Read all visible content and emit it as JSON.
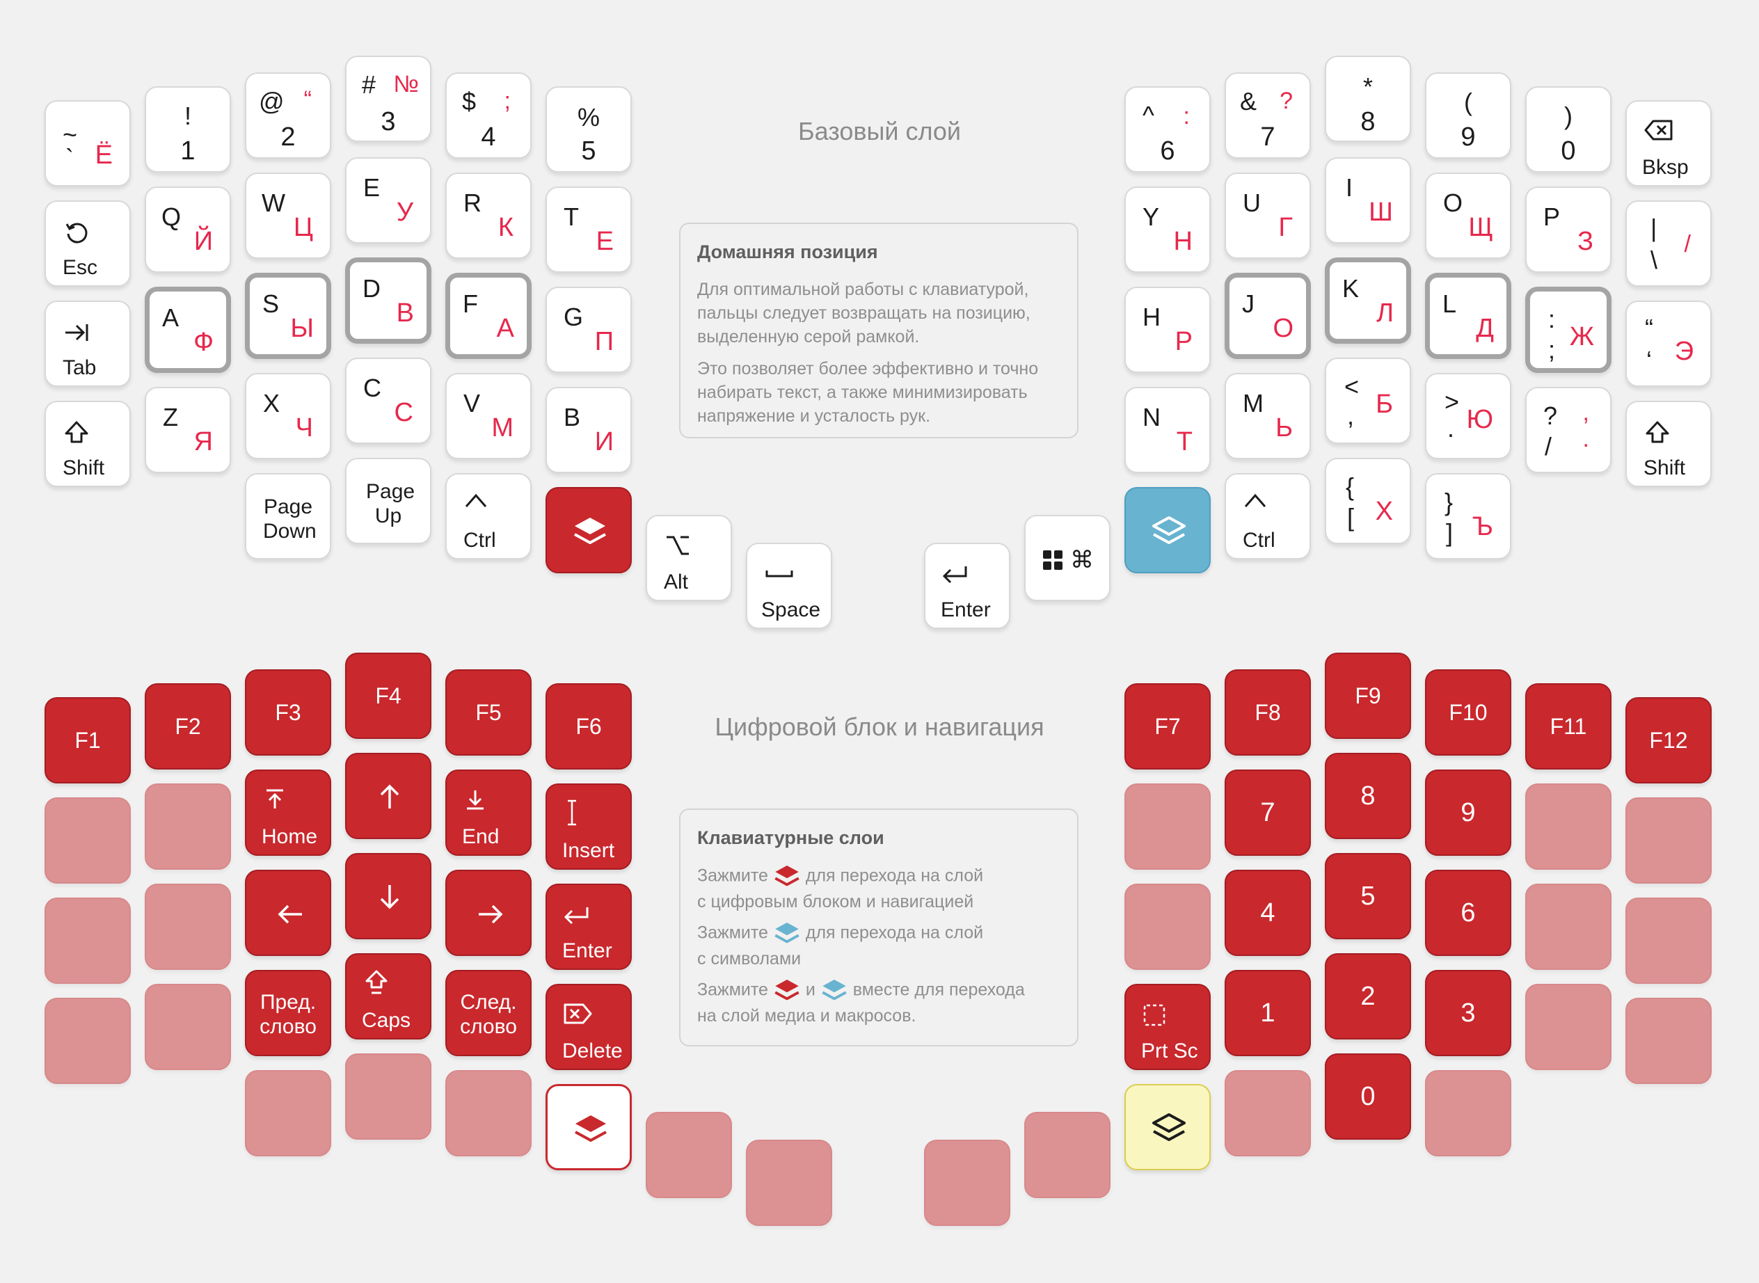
{
  "colors": {
    "red": "#c9282d",
    "pink": "#dc9193",
    "blue": "#68b3d0",
    "yellow": "#faf6c0",
    "cyr": "#e6284c"
  },
  "base": {
    "title": "Базовый слой",
    "left": {
      "num": [
        {
          "sym": "~",
          "sym2": "`",
          "ru": "Ё"
        },
        {
          "sym": "!",
          "num": "1"
        },
        {
          "sym": "@",
          "num": "2",
          "alt": "“"
        },
        {
          "sym": "#",
          "num": "3",
          "alt": "№"
        },
        {
          "sym": "$",
          "num": "4",
          "alt": ";"
        },
        {
          "sym": "%",
          "num": "5"
        }
      ],
      "esc": "Esc",
      "tab": "Tab",
      "shift": "Shift",
      "top": [
        {
          "en": "Q",
          "ru": "Й"
        },
        {
          "en": "W",
          "ru": "Ц"
        },
        {
          "en": "E",
          "ru": "У"
        },
        {
          "en": "R",
          "ru": "К"
        },
        {
          "en": "T",
          "ru": "Е"
        }
      ],
      "home": [
        {
          "en": "A",
          "ru": "Ф"
        },
        {
          "en": "S",
          "ru": "Ы"
        },
        {
          "en": "D",
          "ru": "В"
        },
        {
          "en": "F",
          "ru": "А"
        },
        {
          "en": "G",
          "ru": "П"
        }
      ],
      "bottom": [
        {
          "en": "Z",
          "ru": "Я"
        },
        {
          "en": "X",
          "ru": "Ч"
        },
        {
          "en": "C",
          "ru": "С"
        },
        {
          "en": "V",
          "ru": "М"
        },
        {
          "en": "B",
          "ru": "И"
        }
      ],
      "pgdn": "Page Down",
      "pgup": "Page Up",
      "ctrl": "Ctrl",
      "alt": "Alt",
      "space": "Space"
    },
    "right": {
      "num": [
        {
          "sym": "^",
          "num": "6",
          "alt": ":"
        },
        {
          "sym": "&",
          "num": "7",
          "alt": "?"
        },
        {
          "sym": "*",
          "num": "8"
        },
        {
          "sym": "(",
          "num": "9"
        },
        {
          "sym": ")",
          "num": "0"
        }
      ],
      "bksp": "Bksp",
      "top": [
        {
          "en": "Y",
          "ru": "Н"
        },
        {
          "en": "U",
          "ru": "Г"
        },
        {
          "en": "I",
          "ru": "Ш"
        },
        {
          "en": "O",
          "ru": "Щ"
        },
        {
          "en": "P",
          "ru": "З"
        }
      ],
      "pipe": {
        "a": "|",
        "b": "\\",
        "ru": "/"
      },
      "home": [
        {
          "en": "H",
          "ru": "Р"
        },
        {
          "en": "J",
          "ru": "О"
        },
        {
          "en": "K",
          "ru": "Л"
        },
        {
          "en": "L",
          "ru": "Д"
        }
      ],
      "colon": {
        "a": ":",
        "b": ";",
        "ru": "Ж"
      },
      "quote": {
        "a": "“",
        "b": "‘",
        "ru": "Э"
      },
      "bottom": [
        {
          "en": "N",
          "ru": "Т"
        },
        {
          "en": "M",
          "ru": "Ь"
        }
      ],
      "comma": {
        "a": "<",
        "b": ",",
        "ru": "Б"
      },
      "period": {
        "a": ">",
        "b": ".",
        "ru": "Ю"
      },
      "slash": {
        "a": "?",
        "b": "/",
        "ru1": ",",
        "ru2": "."
      },
      "shift": "Shift",
      "ctrl": "Ctrl",
      "brace": {
        "a": "{",
        "b": "[",
        "ru": "Х"
      },
      "brace2": {
        "a": "}",
        "b": "]",
        "ru": "Ъ"
      },
      "cmd": "⌘",
      "enter": "Enter"
    },
    "panel": {
      "title": "Домашняя позиция",
      "p1": "Для оптимальной работы с клавиатурой, пальцы следует возвращать на позицию, выделенную серой рамкой.",
      "p2": "Это позволяет более эффективно и точно набирать текст, а также минимизировать напряжение и усталость рук."
    }
  },
  "nav": {
    "title": "Цифровой блок и навигация",
    "fkeys": [
      "F1",
      "F2",
      "F3",
      "F4",
      "F5",
      "F6",
      "F7",
      "F8",
      "F9",
      "F10",
      "F11",
      "F12"
    ],
    "home": "Home",
    "end": "End",
    "insert": "Insert",
    "enter": "Enter",
    "prev": "Пред. слово",
    "caps": "Caps",
    "next": "След. слово",
    "delete": "Delete",
    "prtsc": "Prt Sc",
    "digits": [
      "7",
      "8",
      "9",
      "4",
      "5",
      "6",
      "1",
      "2",
      "3",
      "0"
    ],
    "panel": {
      "title": "Клавиатурные слои",
      "hold": "Зажмите",
      "l1a": "для перехода на слой",
      "l1b": "с цифровым блоком и навигацией",
      "l2a": "для перехода на слой",
      "l2b": "с символами",
      "and": "и",
      "l3a": "вместе для перехода",
      "l3b": "на слой медиа и макросов."
    }
  }
}
